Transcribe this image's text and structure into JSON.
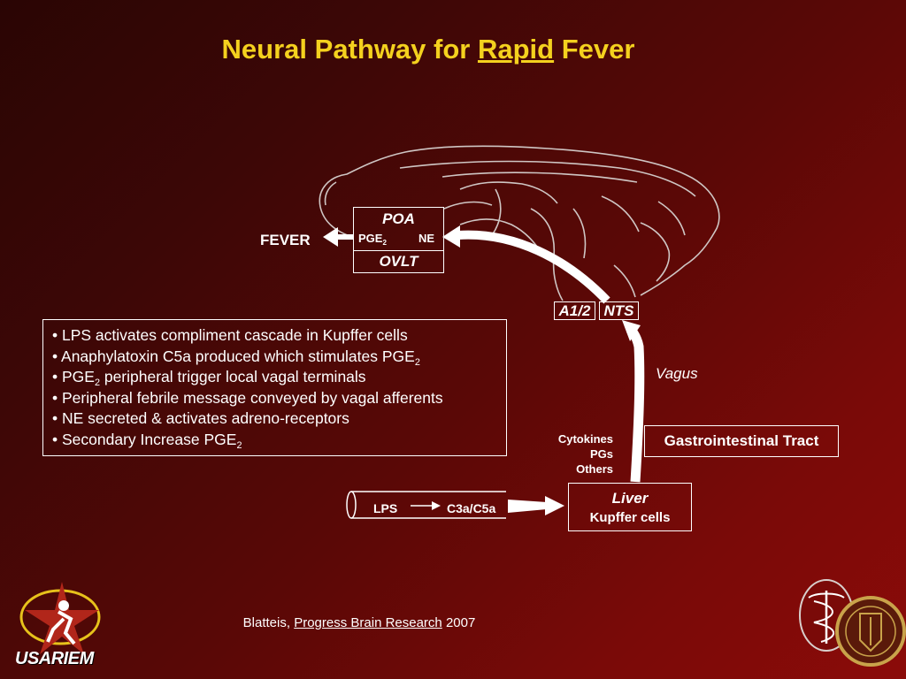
{
  "title": {
    "prefix": "Neural Pathway for ",
    "underlined": "Rapid",
    "suffix": " Fever"
  },
  "brain": {
    "fever_label": "FEVER",
    "poa_label": "POA",
    "pge2_base": "PGE",
    "pge2_sub": "2",
    "ne_label": "NE",
    "ovlt_label": "OVLT",
    "a12_label": "A1/2",
    "nts_label": "NTS",
    "vagus_label": "Vagus"
  },
  "bullets": [
    {
      "text": "• LPS activates compliment cascade in Kupffer cells",
      "sub": "",
      "after": ""
    },
    {
      "text": "• Anaphylatoxin C5a produced which stimulates PGE",
      "sub": "2",
      "after": ""
    },
    {
      "text": "• PGE",
      "sub": "2",
      "after": " peripheral trigger local vagal terminals"
    },
    {
      "text": "• Peripheral febrile message conveyed by vagal afferents",
      "sub": "",
      "after": ""
    },
    {
      "text": "• NE secreted & activates adreno-receptors",
      "sub": "",
      "after": ""
    },
    {
      "text": "• Secondary Increase PGE",
      "sub": "2",
      "after": ""
    }
  ],
  "mediators": {
    "line1": "Cytokines",
    "line2": "PGs",
    "line3": "Others"
  },
  "gi_tract": "Gastrointestinal Tract",
  "liver": {
    "title": "Liver",
    "subtitle": "Kupffer cells"
  },
  "vessel": {
    "lps": "LPS",
    "c3a_c5a": "C3a/C5a"
  },
  "citation": {
    "author": "Blatteis, ",
    "journal": "Progress Brain Research",
    "year": " 2007"
  },
  "logos": {
    "left_text": "USARIEM"
  },
  "colors": {
    "title": "#f4d11e",
    "background_dark": "#2a0504",
    "background_light": "#8b0b09",
    "text": "#ffffff"
  }
}
